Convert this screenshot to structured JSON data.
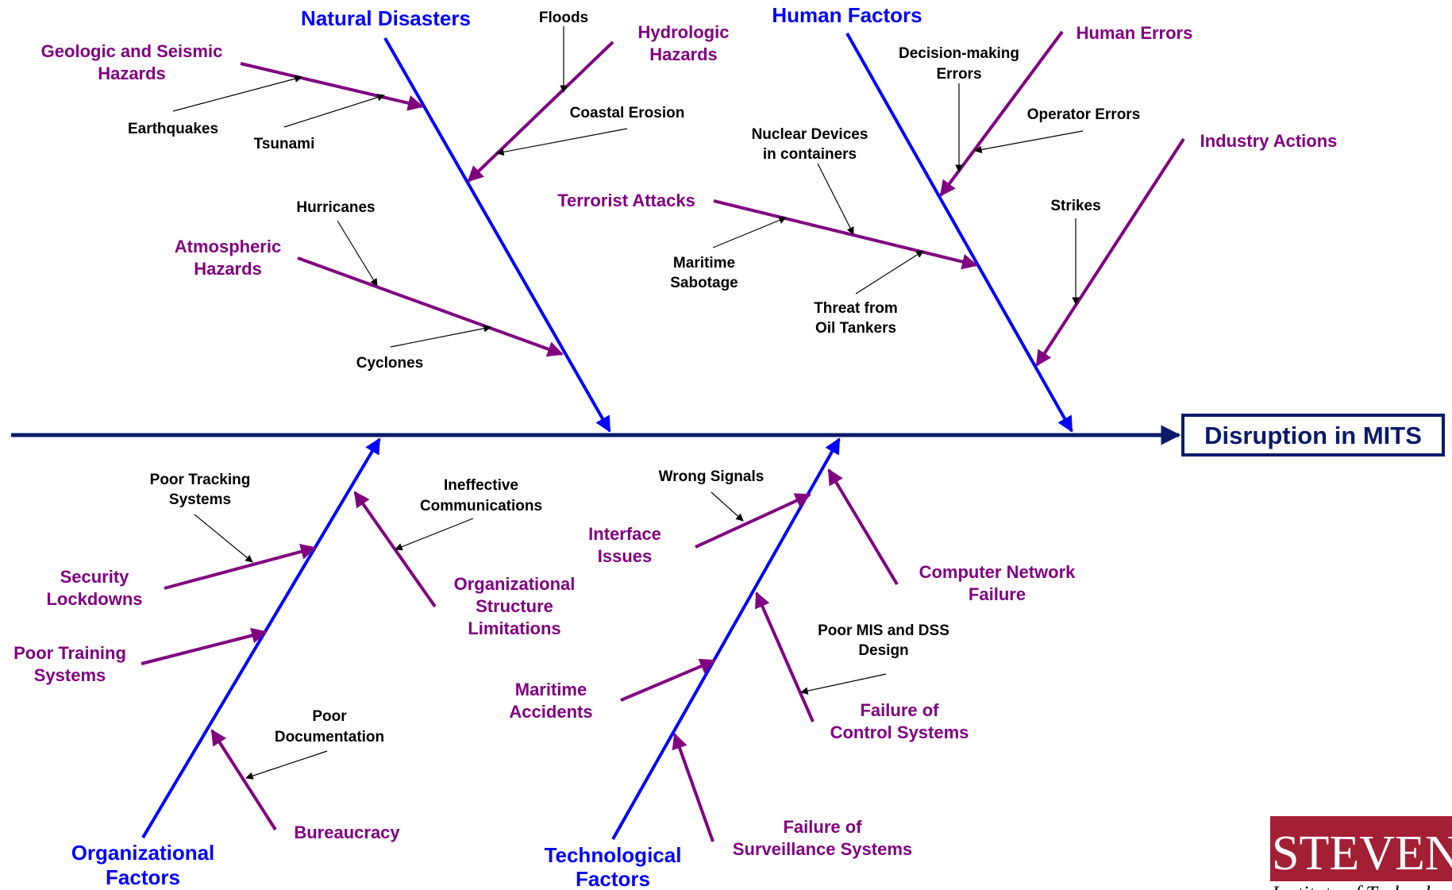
{
  "effect": "Disruption in MITS",
  "categories": {
    "natural": "Natural Disasters",
    "human": "Human Factors",
    "organizational": [
      "Organizational",
      "Factors"
    ],
    "technological": [
      "Technological",
      "Factors"
    ]
  },
  "subcauses": {
    "geologic": [
      "Geologic and Seismic",
      "Hazards"
    ],
    "hydrologic": [
      "Hydrologic",
      "Hazards"
    ],
    "atmospheric": [
      "Atmospheric",
      "Hazards"
    ],
    "human_errors": "Human Errors",
    "industry_actions": "Industry Actions",
    "terrorist_attacks": "Terrorist Attacks",
    "security_lockdowns": [
      "Security",
      "Lockdowns"
    ],
    "poor_training": [
      "Poor Training",
      "Systems"
    ],
    "org_structure": [
      "Organizational",
      "Structure",
      "Limitations"
    ],
    "bureaucracy": "Bureaucracy",
    "interface_issues": [
      "Interface",
      "Issues"
    ],
    "computer_network": [
      "Computer Network",
      "Failure"
    ],
    "maritime_accidents": [
      "Maritime",
      "Accidents"
    ],
    "control_systems": [
      "Failure of",
      "Control Systems"
    ],
    "surveillance": [
      "Failure of",
      "Surveillance Systems"
    ]
  },
  "causes": {
    "earthquakes": "Earthquakes",
    "tsunami": "Tsunami",
    "floods": "Floods",
    "coastal_erosion": "Coastal Erosion",
    "hurricanes": "Hurricanes",
    "cyclones": "Cyclones",
    "decision_making": [
      "Decision-making",
      "Errors"
    ],
    "operator_errors": "Operator Errors",
    "strikes": "Strikes",
    "nuclear_devices": [
      "Nuclear Devices",
      "in containers"
    ],
    "maritime_sabotage": [
      "Maritime",
      "Sabotage"
    ],
    "oil_tankers": [
      "Threat from",
      "Oil Tankers"
    ],
    "poor_tracking": [
      "Poor Tracking",
      "Systems"
    ],
    "ineffective_comm": [
      "Ineffective",
      "Communications"
    ],
    "poor_documentation": [
      "Poor",
      "Documentation"
    ],
    "wrong_signals": "Wrong Signals",
    "poor_mis": [
      "Poor MIS and DSS",
      "Design"
    ]
  },
  "logo": {
    "name": "STEVENS",
    "subtitle": "Institute of Technology"
  },
  "colors": {
    "category": "#0000ff",
    "subcause": "#800080",
    "cause": "#000000",
    "spine": "#0a1a6b",
    "logo_bg": "#a31f34"
  }
}
